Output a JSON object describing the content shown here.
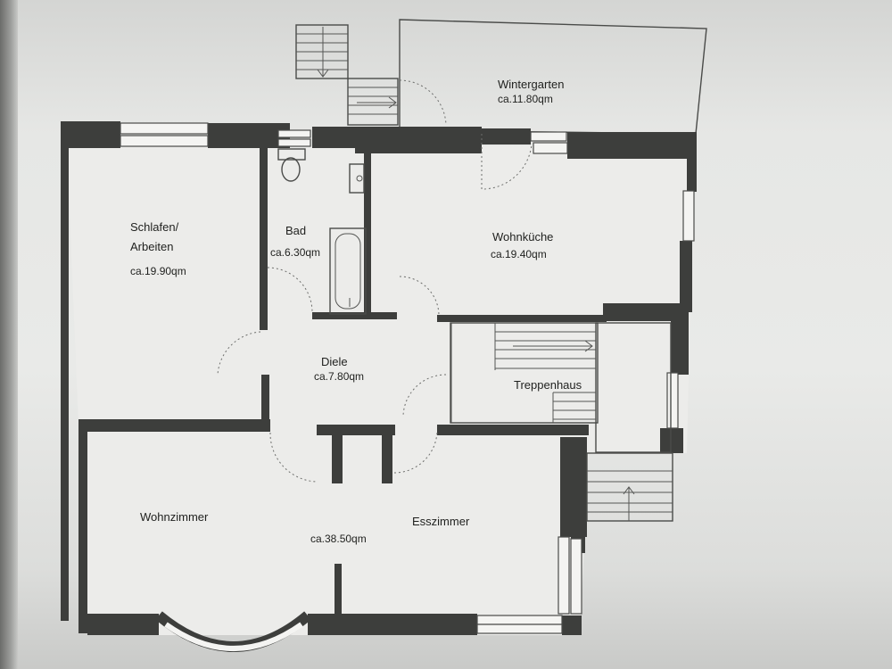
{
  "rooms": {
    "wintergarten": {
      "name": "Wintergarten",
      "area": "ca.11.80qm"
    },
    "schlafen": {
      "name_line1": "Schlafen/",
      "name_line2": "Arbeiten",
      "area": "ca.19.90qm"
    },
    "bad": {
      "name": "Bad",
      "area": "ca.6.30qm"
    },
    "wohnkueche": {
      "name": "Wohnküche",
      "area": "ca.19.40qm"
    },
    "diele": {
      "name": "Diele",
      "area": "ca.7.80qm"
    },
    "treppenhaus": {
      "name": "Treppenhaus"
    },
    "wohnzimmer": {
      "name": "Wohnzimmer"
    },
    "esszimmer": {
      "name": "Esszimmer"
    },
    "wohn_ess": {
      "area": "ca.38.50qm"
    }
  },
  "colors": {
    "wall": "#3d3e3c",
    "paper": "#e9eae8",
    "line": "#4a4b49"
  }
}
